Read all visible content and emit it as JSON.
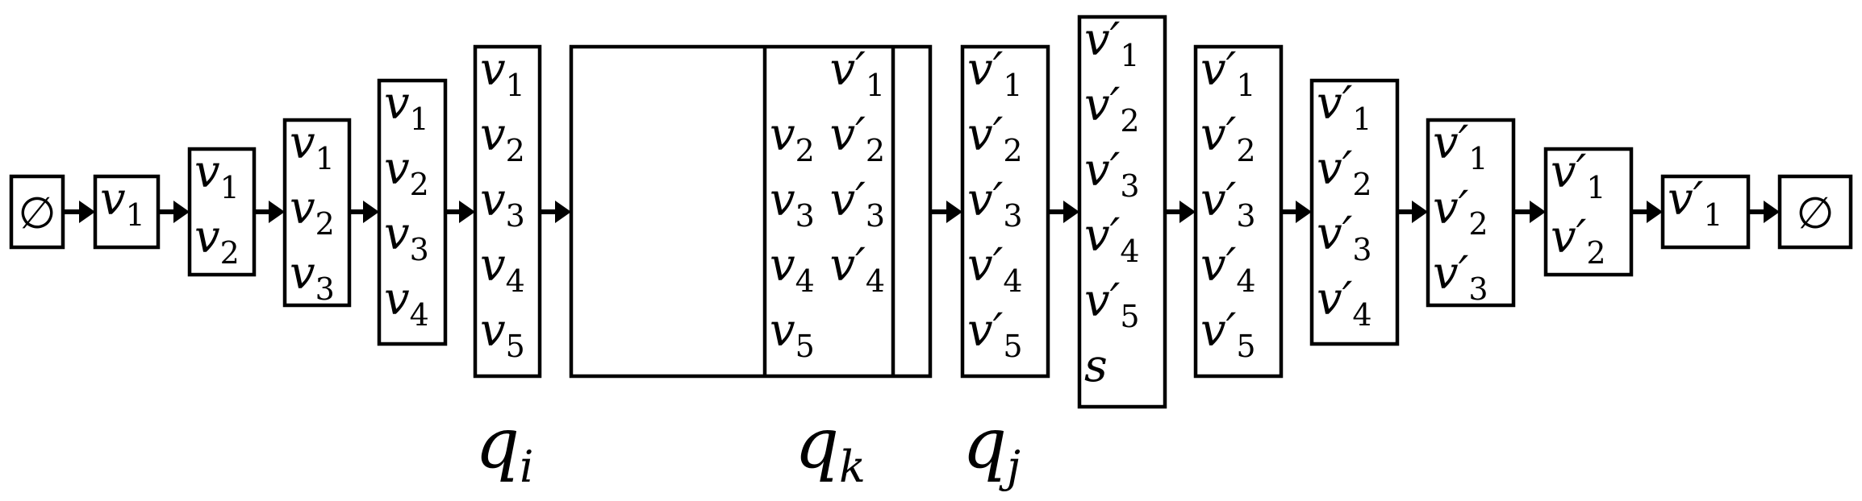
{
  "empty_state": "∅",
  "symbols": {
    "v": "v",
    "prime_v": "v′",
    "s": "s"
  },
  "stages": [
    {
      "kind": "empty"
    },
    {
      "kind": "seq",
      "items": [
        {
          "base": "v",
          "sub": "1"
        }
      ]
    },
    {
      "kind": "seq",
      "items": [
        {
          "base": "v",
          "sub": "1"
        },
        {
          "base": "v",
          "sub": "2"
        }
      ]
    },
    {
      "kind": "seq",
      "items": [
        {
          "base": "v",
          "sub": "1"
        },
        {
          "base": "v",
          "sub": "2"
        },
        {
          "base": "v",
          "sub": "3"
        }
      ]
    },
    {
      "kind": "seq",
      "items": [
        {
          "base": "v",
          "sub": "1"
        },
        {
          "base": "v",
          "sub": "2"
        },
        {
          "base": "v",
          "sub": "3"
        },
        {
          "base": "v",
          "sub": "4"
        }
      ]
    },
    {
      "kind": "seq",
      "label": "q_i",
      "items": [
        {
          "base": "v",
          "sub": "1"
        },
        {
          "base": "v",
          "sub": "2"
        },
        {
          "base": "v",
          "sub": "3"
        },
        {
          "base": "v",
          "sub": "4"
        },
        {
          "base": "v",
          "sub": "5"
        }
      ]
    },
    {
      "kind": "transition",
      "label": "q_k",
      "rows": [
        {
          "left": "",
          "right": {
            "base": "v′",
            "sub": "1"
          }
        },
        {
          "left": {
            "base": "v",
            "sub": "2"
          },
          "right": {
            "base": "v′",
            "sub": "2"
          }
        },
        {
          "left": {
            "base": "v",
            "sub": "3"
          },
          "right": {
            "base": "v′",
            "sub": "3"
          }
        },
        {
          "left": {
            "base": "v",
            "sub": "4"
          },
          "right": {
            "base": "v′",
            "sub": "4"
          }
        },
        {
          "left": {
            "base": "v",
            "sub": "5"
          },
          "right": ""
        }
      ]
    },
    {
      "kind": "seq",
      "label": "q_j",
      "items": [
        {
          "base": "v′",
          "sub": "1"
        },
        {
          "base": "v′",
          "sub": "2"
        },
        {
          "base": "v′",
          "sub": "3"
        },
        {
          "base": "v′",
          "sub": "4"
        },
        {
          "base": "v′",
          "sub": "5"
        }
      ]
    },
    {
      "kind": "seq",
      "items": [
        {
          "base": "v′",
          "sub": "1"
        },
        {
          "base": "v′",
          "sub": "2"
        },
        {
          "base": "v′",
          "sub": "3"
        },
        {
          "base": "v′",
          "sub": "4"
        },
        {
          "base": "v′",
          "sub": "5"
        },
        {
          "base": "s",
          "sub": ""
        }
      ]
    },
    {
      "kind": "seq",
      "items": [
        {
          "base": "v′",
          "sub": "1"
        },
        {
          "base": "v′",
          "sub": "2"
        },
        {
          "base": "v′",
          "sub": "3"
        },
        {
          "base": "v′",
          "sub": "4"
        },
        {
          "base": "v′",
          "sub": "5"
        }
      ]
    },
    {
      "kind": "seq",
      "items": [
        {
          "base": "v′",
          "sub": "1"
        },
        {
          "base": "v′",
          "sub": "2"
        },
        {
          "base": "v′",
          "sub": "3"
        },
        {
          "base": "v′",
          "sub": "4"
        }
      ]
    },
    {
      "kind": "seq",
      "items": [
        {
          "base": "v′",
          "sub": "1"
        },
        {
          "base": "v′",
          "sub": "2"
        },
        {
          "base": "v′",
          "sub": "3"
        }
      ]
    },
    {
      "kind": "seq",
      "items": [
        {
          "base": "v′",
          "sub": "1"
        },
        {
          "base": "v′",
          "sub": "2"
        }
      ]
    },
    {
      "kind": "seq",
      "items": [
        {
          "base": "v′",
          "sub": "1"
        }
      ]
    },
    {
      "kind": "empty"
    }
  ],
  "labels": {
    "q_i": {
      "base": "q",
      "sub": "i"
    },
    "q_k": {
      "base": "q",
      "sub": "k"
    },
    "q_j": {
      "base": "q",
      "sub": "j"
    }
  }
}
